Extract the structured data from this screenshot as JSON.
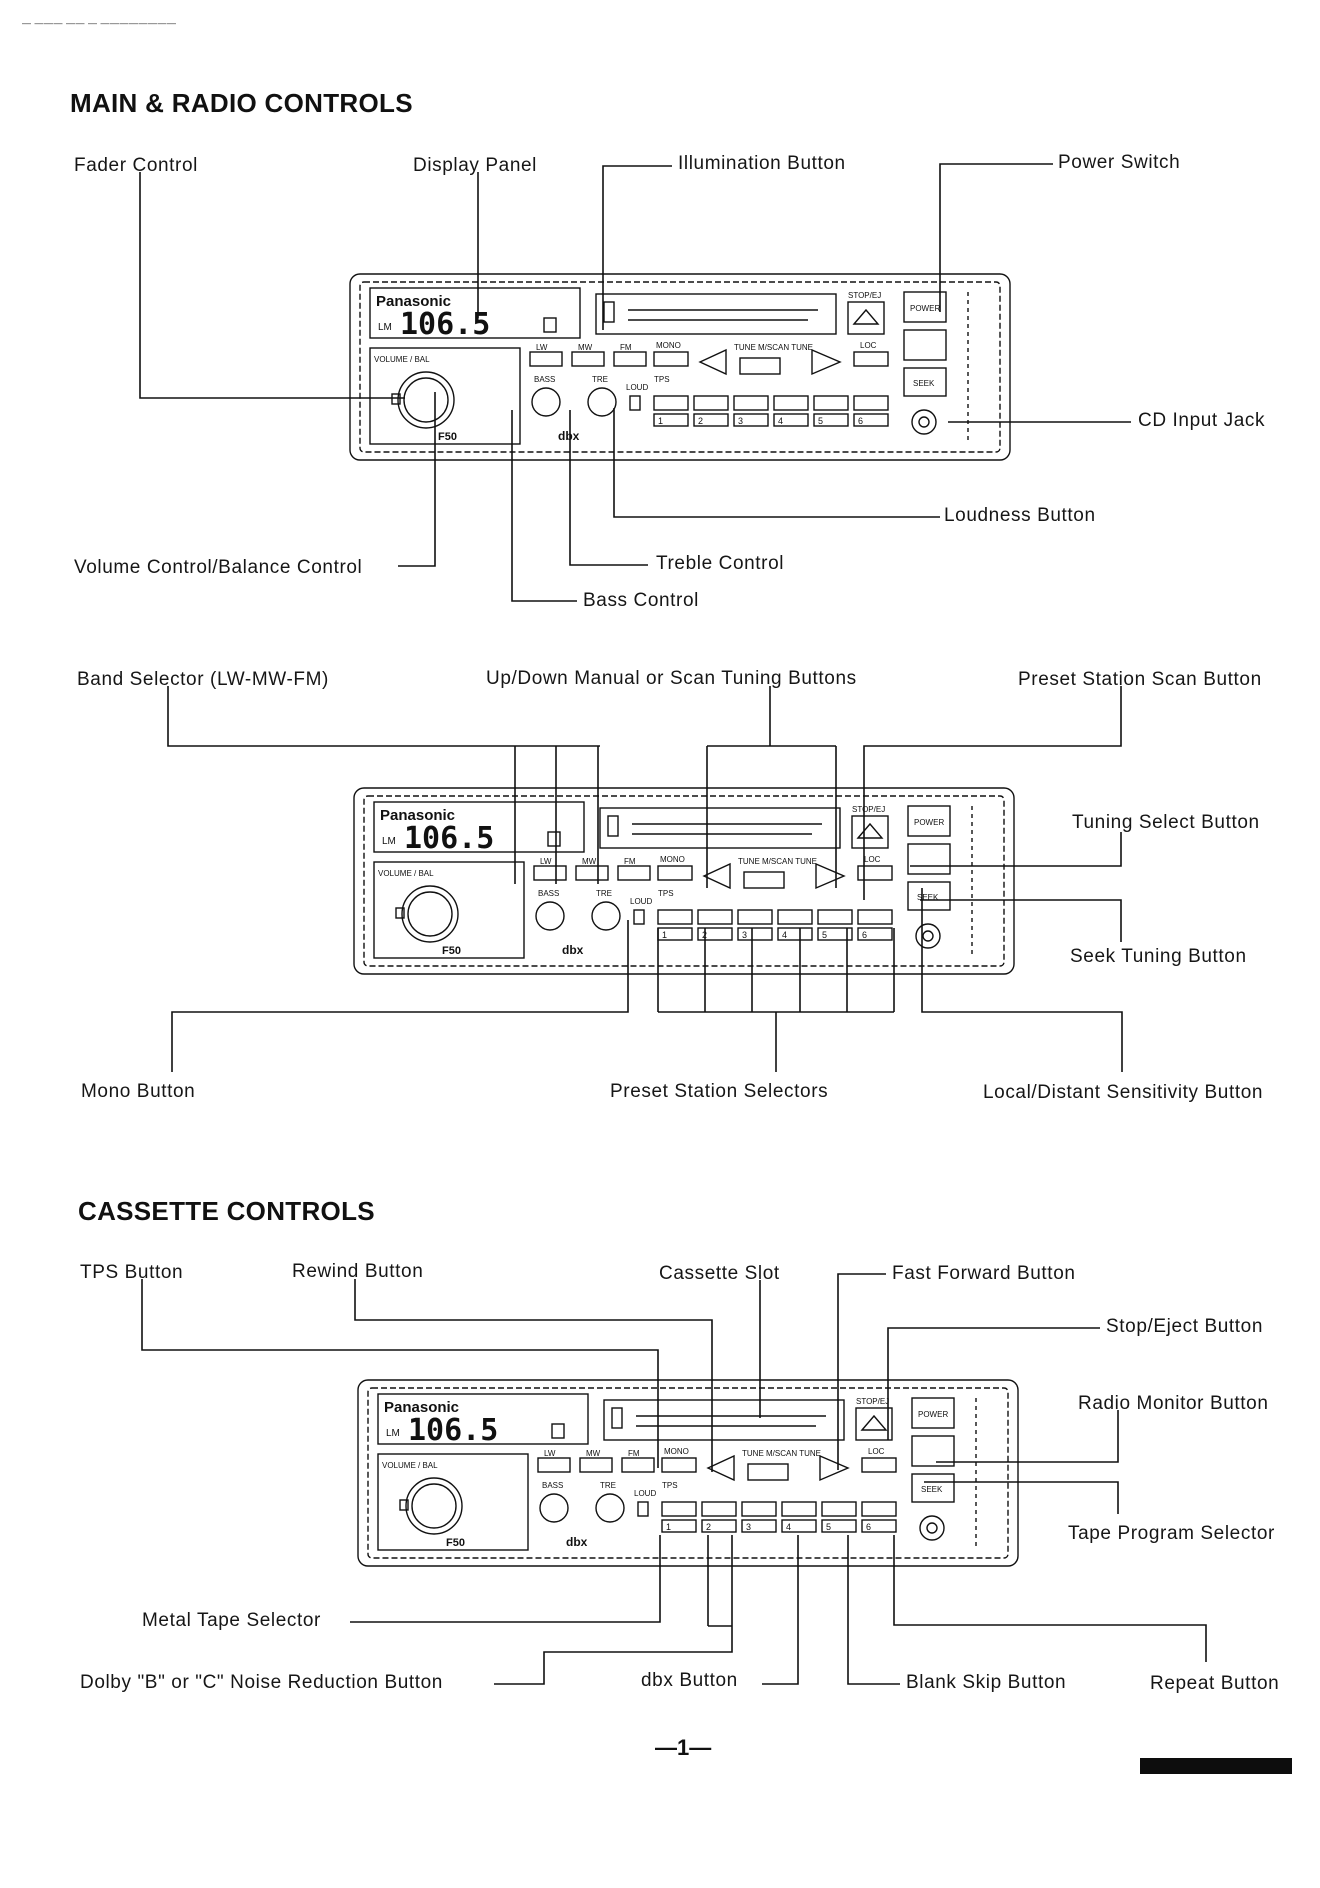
{
  "header_scribble": "— ——— —— — ————————",
  "sections": {
    "main_radio": {
      "title": "MAIN & RADIO CONTROLS",
      "labels": {
        "fader": "Fader Control",
        "display": "Display Panel",
        "illumination": "Illumination Button",
        "power": "Power Switch",
        "cd_jack": "CD Input Jack",
        "loudness": "Loudness  Button",
        "volume": "Volume Control/Balance Control",
        "treble": "Treble Control",
        "bass": "Bass Control"
      }
    },
    "tuning": {
      "labels": {
        "band": "Band Selector (LW-MW-FM)",
        "updown": "Up/Down Manual or Scan Tuning Buttons",
        "preset_scan": "Preset Station Scan Button",
        "tuning_select": "Tuning Select Button",
        "seek": "Seek Tuning  Button",
        "mono": "Mono Button",
        "preset_selectors": "Preset Station Selectors",
        "local_distant": "Local/Distant Sensitivity Button"
      }
    },
    "cassette": {
      "title": "CASSETTE CONTROLS",
      "labels": {
        "tps": "TPS Button",
        "rewind": "Rewind Button",
        "slot": "Cassette Slot",
        "ff": "Fast Forward Button",
        "stop_eject": "Stop/Eject Button",
        "radio_monitor": "Radio Monitor Button",
        "tape_program": "Tape Program Selector",
        "metal": "Metal Tape Selector",
        "dolby": "Dolby \"B\" or \"C\" Noise Reduction Button",
        "dbx": "dbx Button",
        "blank_skip": "Blank Skip Button",
        "repeat": "Repeat Button"
      }
    }
  },
  "unit": {
    "brand": "Panasonic",
    "frequency": "106.5",
    "band_indicator": "LM",
    "knob_label": "VOLUME / BAL",
    "model_badge": "F50",
    "dbx_badge": "dbx",
    "stop_eject_label": "STOP/EJ",
    "power_label": "POWER",
    "seek_label": "SEEK",
    "loc_label": "LOC",
    "mono_label": "MONO",
    "tps_label": "TPS",
    "bass_label": "BASS",
    "treble_label": "TRE",
    "loud_label": "LOUD",
    "tune_scan_label": "TUNE  M/SCAN  TUNE",
    "preset_labels": [
      "1",
      "2",
      "3",
      "4",
      "5",
      "6"
    ],
    "band_buttons": [
      "LW",
      "MW",
      "FM"
    ]
  },
  "page_number": "—1—"
}
